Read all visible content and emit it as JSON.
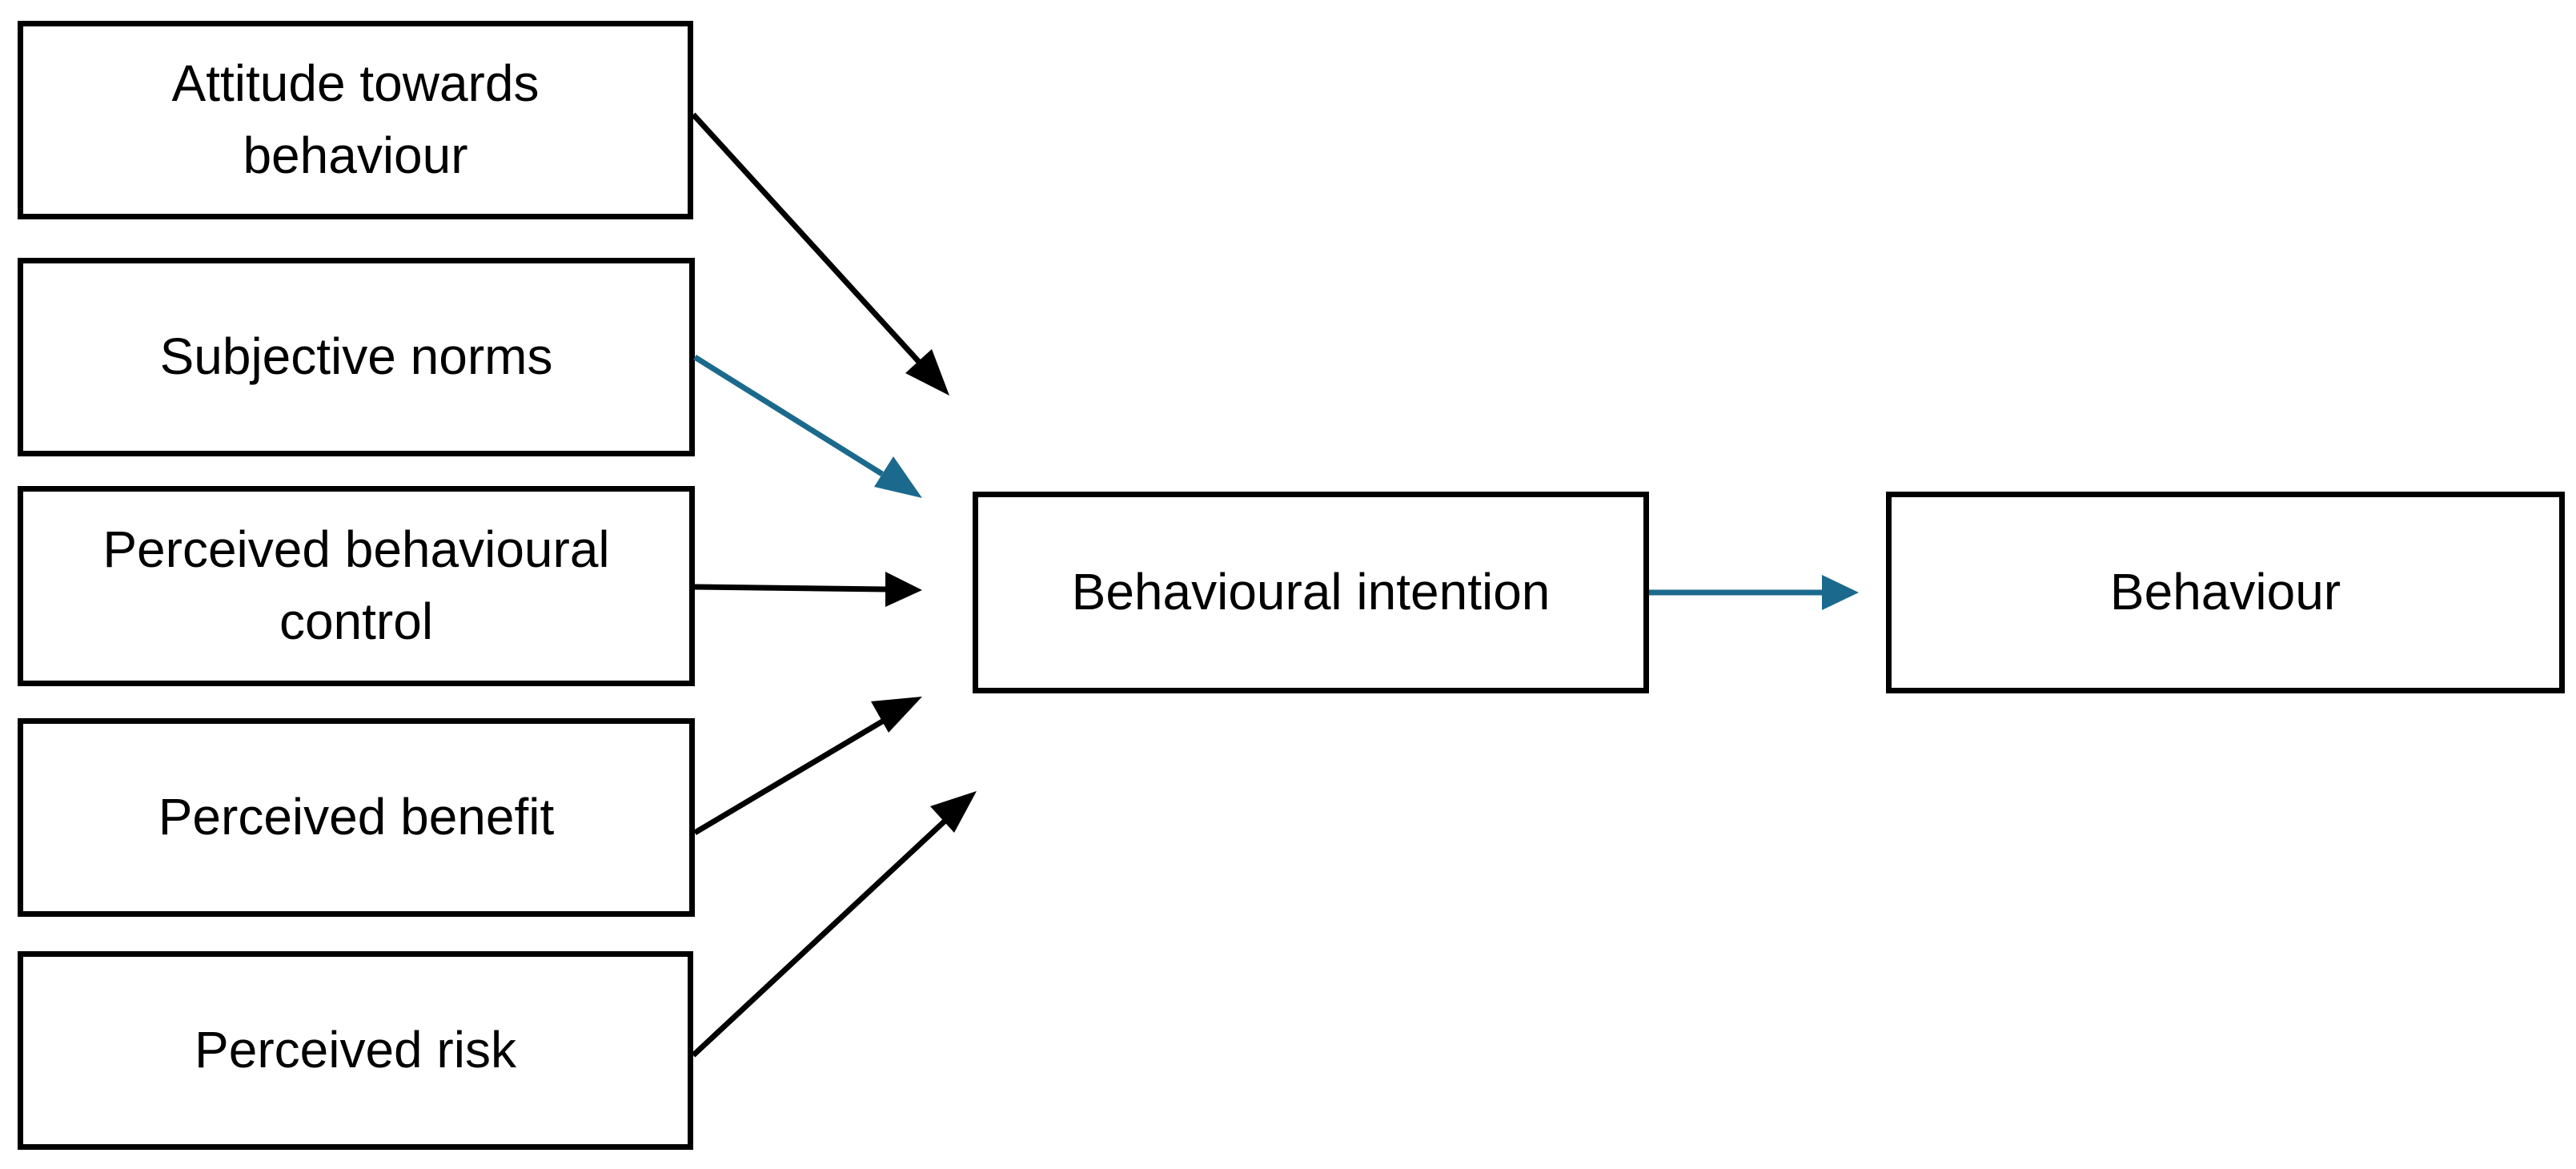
{
  "diagram": {
    "colors": {
      "box_border": "#000000",
      "arrow_black": "#000000",
      "arrow_teal": "#1b6a8d"
    },
    "predictors": [
      {
        "label": "Attitude towards\nbehaviour",
        "arrow_color": "#000000"
      },
      {
        "label": "Subjective norms",
        "arrow_color": "#1b6a8d"
      },
      {
        "label": "Perceived behavioural\ncontrol",
        "arrow_color": "#000000"
      },
      {
        "label": "Perceived benefit",
        "arrow_color": "#000000"
      },
      {
        "label": "Perceived risk",
        "arrow_color": "#000000"
      }
    ],
    "intention": {
      "label": "Behavioural intention"
    },
    "outcome": {
      "label": "Behaviour",
      "arrow_color": "#1b6a8d"
    }
  }
}
